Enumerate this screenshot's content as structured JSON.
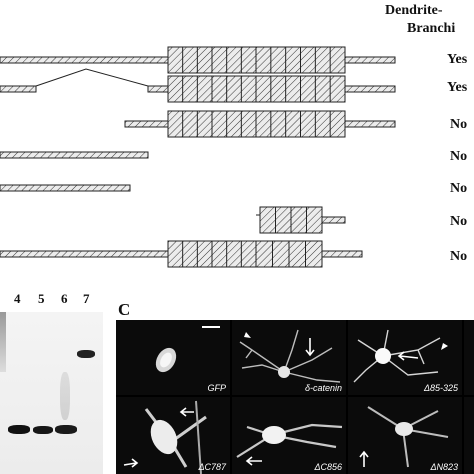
{
  "header": {
    "line1": "Dendrite-",
    "line2": "Branchi"
  },
  "constructs": [
    {
      "result": "Yes"
    },
    {
      "result": "Yes"
    },
    {
      "result": "No"
    },
    {
      "result": "No"
    },
    {
      "result": "No"
    },
    {
      "result": "No"
    },
    {
      "result": "No"
    }
  ],
  "blot": {
    "lanes": [
      "4",
      "5",
      "6",
      "7"
    ]
  },
  "panel_c": {
    "letter": "C",
    "labels": [
      "GFP",
      "δ-catenin",
      "Δ85-325",
      "ΔC787",
      "ΔC856",
      "ΔN823"
    ]
  },
  "colors": {
    "hatch_fill": "#e8e8e8",
    "line": "#222222",
    "micrograph_bg": "#000000"
  }
}
